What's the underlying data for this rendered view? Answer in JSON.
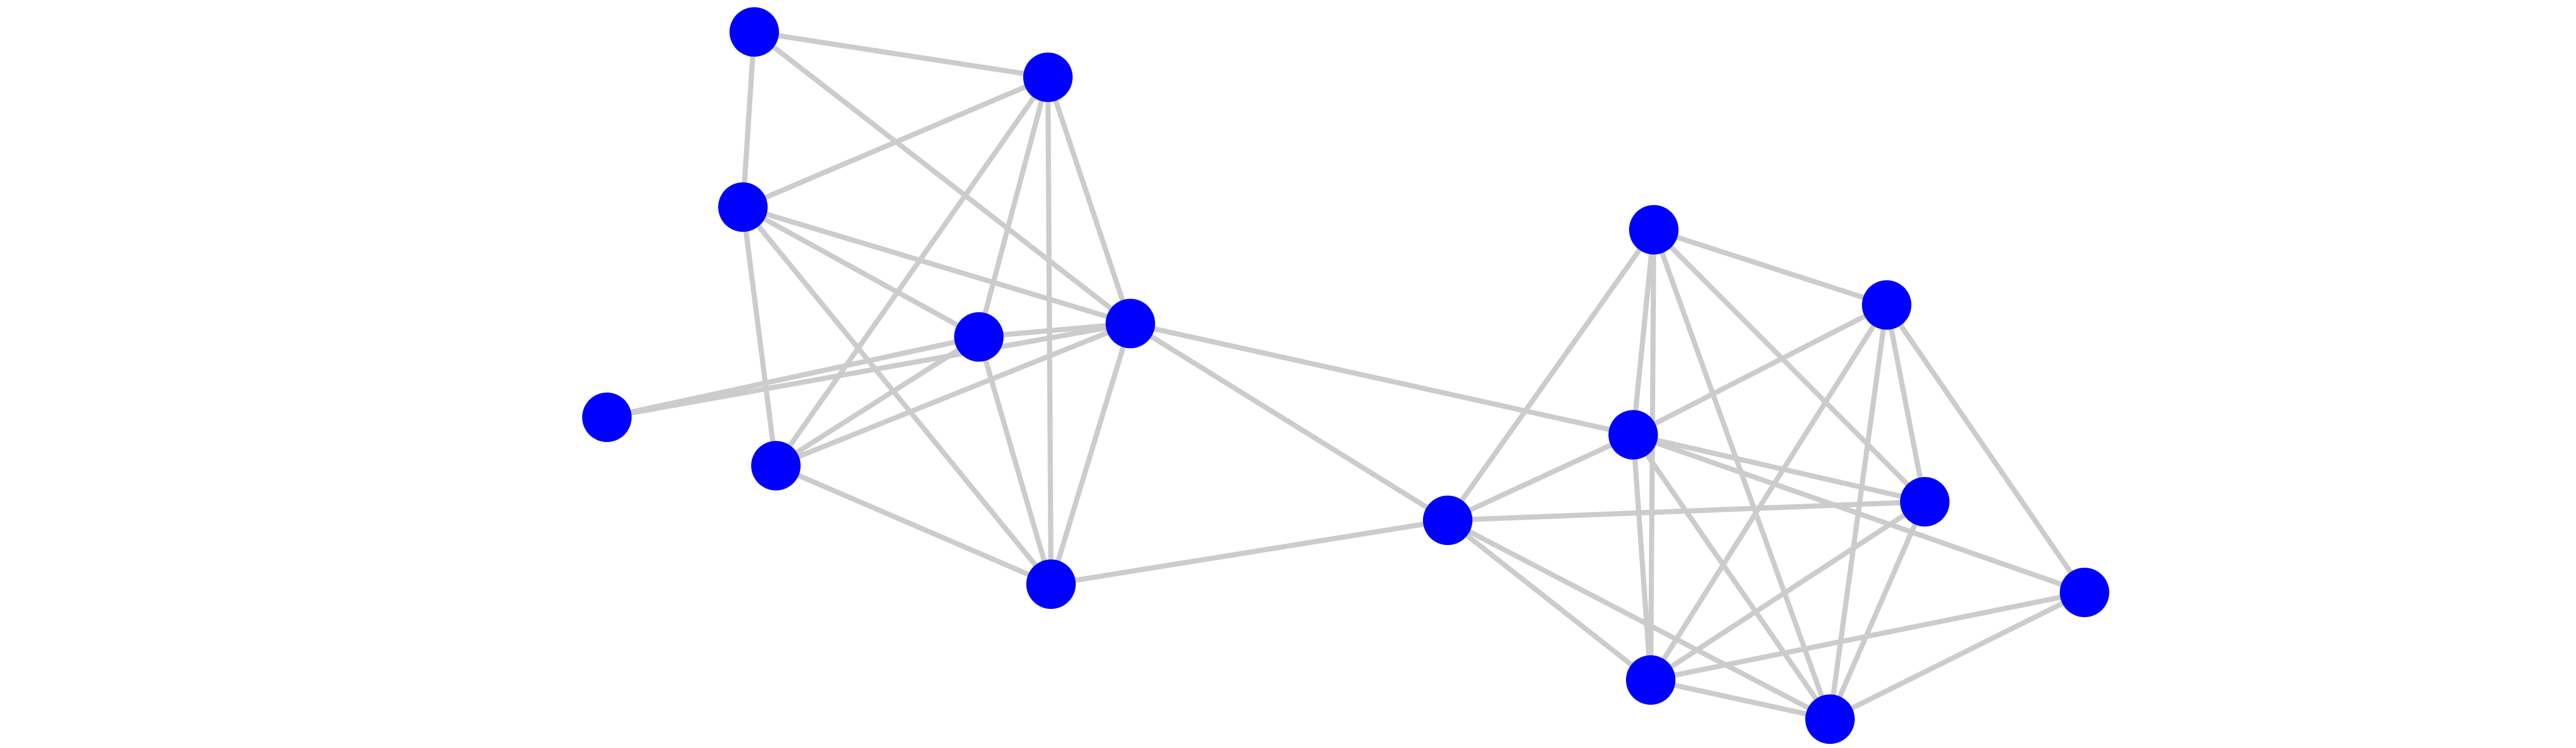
{
  "graph": {
    "node_color": "#0000ff",
    "edge_color": "#cccccc",
    "background": "#ffffff",
    "nodes": [
      {
        "id": "n0"
      },
      {
        "id": "n1"
      },
      {
        "id": "n2"
      },
      {
        "id": "n3"
      },
      {
        "id": "n4"
      },
      {
        "id": "n5"
      },
      {
        "id": "n6"
      },
      {
        "id": "n7"
      },
      {
        "id": "n8"
      },
      {
        "id": "n9"
      },
      {
        "id": "n10"
      },
      {
        "id": "n11"
      },
      {
        "id": "n12"
      },
      {
        "id": "n13"
      },
      {
        "id": "n14"
      },
      {
        "id": "n15"
      },
      {
        "id": "n16"
      }
    ],
    "edges": [
      [
        "n0",
        "n1"
      ],
      [
        "n0",
        "n2"
      ],
      [
        "n0",
        "n4"
      ],
      [
        "n1",
        "n2"
      ],
      [
        "n1",
        "n3"
      ],
      [
        "n1",
        "n4"
      ],
      [
        "n1",
        "n6"
      ],
      [
        "n1",
        "n7"
      ],
      [
        "n2",
        "n3"
      ],
      [
        "n2",
        "n4"
      ],
      [
        "n2",
        "n6"
      ],
      [
        "n2",
        "n7"
      ],
      [
        "n3",
        "n4"
      ],
      [
        "n3",
        "n5"
      ],
      [
        "n3",
        "n6"
      ],
      [
        "n3",
        "n7"
      ],
      [
        "n4",
        "n5"
      ],
      [
        "n4",
        "n6"
      ],
      [
        "n4",
        "n7"
      ],
      [
        "n4",
        "n8"
      ],
      [
        "n4",
        "n11"
      ],
      [
        "n6",
        "n7"
      ],
      [
        "n7",
        "n8"
      ],
      [
        "n8",
        "n9"
      ],
      [
        "n8",
        "n11"
      ],
      [
        "n8",
        "n12"
      ],
      [
        "n8",
        "n14"
      ],
      [
        "n8",
        "n15"
      ],
      [
        "n9",
        "n10"
      ],
      [
        "n9",
        "n11"
      ],
      [
        "n9",
        "n12"
      ],
      [
        "n9",
        "n14"
      ],
      [
        "n9",
        "n15"
      ],
      [
        "n10",
        "n11"
      ],
      [
        "n10",
        "n12"
      ],
      [
        "n10",
        "n13"
      ],
      [
        "n10",
        "n14"
      ],
      [
        "n10",
        "n15"
      ],
      [
        "n11",
        "n12"
      ],
      [
        "n11",
        "n13"
      ],
      [
        "n11",
        "n14"
      ],
      [
        "n11",
        "n15"
      ],
      [
        "n12",
        "n14"
      ],
      [
        "n12",
        "n15"
      ],
      [
        "n13",
        "n14"
      ],
      [
        "n13",
        "n15"
      ],
      [
        "n14",
        "n15"
      ]
    ]
  }
}
